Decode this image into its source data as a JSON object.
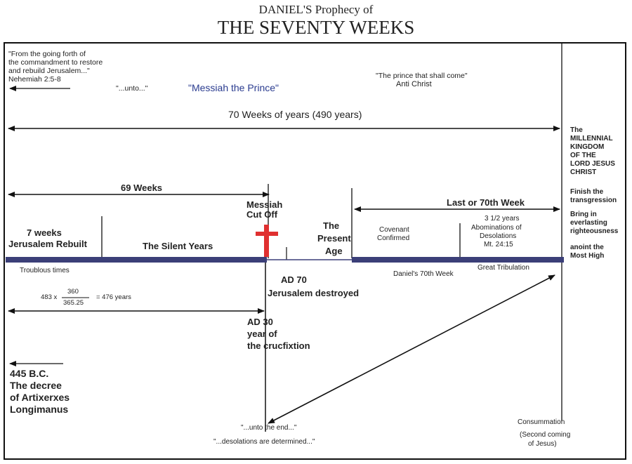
{
  "title": {
    "line1": "DANIEL'S Prophecy of",
    "line2": "THE SEVENTY WEEKS"
  },
  "top_left": {
    "quote1": "\"From the going forth of",
    "quote2": "the commandment to restore",
    "quote3": "and rebuild Jerusalem...\"",
    "ref": "Nehemiah 2:5-8"
  },
  "unto": "\"...unto...\"",
  "messiah_prince": "\"Messiah the Prince\"",
  "prince_quote": "\"The prince that shall come\"",
  "anti_christ": "Anti Christ",
  "seventy_weeks": "70 Weeks of years (490 years)",
  "kingdom": [
    "The",
    "MILLENNIAL",
    "KINGDOM",
    "OF THE",
    "LORD JESUS",
    "CHRIST"
  ],
  "sixty_nine_weeks": "69 Weeks",
  "messiah_cut_off": [
    "Messiah",
    "Cut Off"
  ],
  "last_week": "Last or 70th Week",
  "finish": [
    "Finish the",
    "transgression"
  ],
  "bring_in": [
    "Bring in",
    "everlasting",
    "righteousness"
  ],
  "anoint": [
    "anoint the",
    "Most High"
  ],
  "seven_weeks": [
    "7 weeks",
    "Jerusalem Rebuilt"
  ],
  "silent_years": "The Silent Years",
  "present_age": [
    "The",
    "Present",
    "Age"
  ],
  "covenant": [
    "Covenant",
    "Confirmed"
  ],
  "abominations": [
    "3 1/2 years",
    "Abominations of",
    "Desolations",
    "Mt. 24:15"
  ],
  "troublous": "Troublous times",
  "daniels_week": "Daniel's 70th Week",
  "great_tribulation": "Great Tribulation",
  "ad70": [
    "AD 70",
    "Jerusalem destroyed"
  ],
  "formula": {
    "lhs": "483 x",
    "num": "360",
    "den": "365.25",
    "rhs": "= 476 years"
  },
  "ad30": [
    "AD 30",
    "year of",
    "the crucfixtion"
  ],
  "decree": [
    "445 B.C.",
    "The decree",
    "of Artixerxes",
    "Longimanus"
  ],
  "unto_end": "\"...unto the end...\"",
  "desolations": "\"...desolations are determined...\"",
  "consummation": [
    "Consummation",
    "(Second coming",
    "of Jesus)"
  ],
  "colors": {
    "timeline": "#3b3f78",
    "cross": "#e03030",
    "messiah_text": "#2a3b8f"
  }
}
